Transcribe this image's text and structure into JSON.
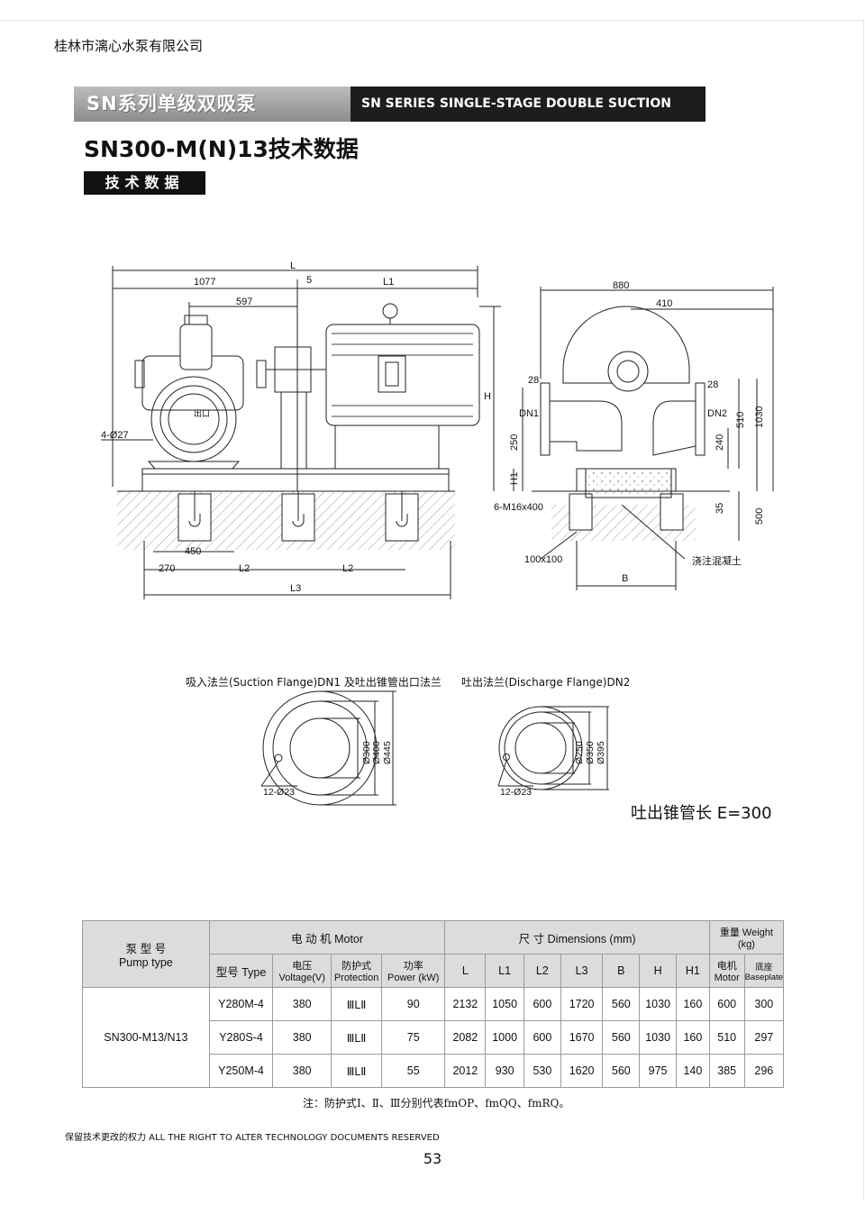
{
  "company": "桂林市漓心水泵有限公司",
  "banner": {
    "cn": "SN系列单级双吸泵",
    "en": "SN SERIES SINGLE-STAGE DOUBLE SUCTION PUMPS"
  },
  "model_title": "SN300-M(N)13技术数据",
  "section_tag": "技术数据",
  "drawing": {
    "labels": {
      "L": "L",
      "d1077": "1077",
      "d5": "5",
      "L1": "L1",
      "d597": "597",
      "H": "H",
      "outlet": "出口",
      "bolt_holes": "4-Ø27",
      "d450": "450",
      "d270": "270",
      "L2a": "L2",
      "L2b": "L2",
      "L3": "L3",
      "d880": "880",
      "d410": "410",
      "d28a": "28",
      "d28b": "28",
      "DN1": "DN1",
      "DN2": "DN2",
      "d250": "250",
      "d240": "240",
      "d510": "510",
      "d1030": "1030",
      "H1": "H1",
      "anchor": "6-M16x400",
      "d35": "35",
      "d500": "500",
      "d100x100": "100x100",
      "B": "B",
      "concrete": "浇注混凝土"
    },
    "flange1": {
      "d1": "Ø300",
      "d2": "Ø400",
      "d3": "Ø445",
      "holes": "12-Ø23"
    },
    "flange2": {
      "d1": "Ø250",
      "d2": "Ø350",
      "d3": "Ø395",
      "holes": "12-Ø23"
    }
  },
  "flange_labels": {
    "suction": "吸入法兰(Suction Flange)DN1 及吐出锥管出口法兰",
    "discharge": "吐出法兰(Discharge Flange)DN2"
  },
  "cone_note": "吐出锥管长 E=300",
  "table": {
    "pump_type_cn": "泵  型  号",
    "pump_type_en": "Pump type",
    "motor_cn": "电   动   机",
    "motor_en": "Motor",
    "dims_cn": "尺          寸",
    "dims_en": "Dimensions (mm)",
    "weight_cn": "重量",
    "weight_en": "Weight",
    "weight_unit": "(kg)",
    "sub": {
      "type_cn": "型号",
      "type_en": "Type",
      "voltage_cn": "电压",
      "voltage_en": "Voltage(V)",
      "protection_cn": "防护式",
      "protection_en": "Protection",
      "power_cn": "功率",
      "power_en": "Power (kW)",
      "L": "L",
      "L1": "L1",
      "L2": "L2",
      "L3": "L3",
      "B": "B",
      "H": "H",
      "H1": "H1",
      "motor_w_cn": "电机",
      "motor_w_en": "Motor",
      "base_w_cn": "底座",
      "base_w_en": "Baseplate"
    },
    "pump_model": "SN300-M13/N13",
    "rows": [
      [
        "Y280M-4",
        "380",
        "ⅢLⅡ",
        "90",
        "2132",
        "1050",
        "600",
        "1720",
        "560",
        "1030",
        "160",
        "600",
        "300"
      ],
      [
        "Y280S-4",
        "380",
        "ⅢLⅡ",
        "75",
        "2082",
        "1000",
        "600",
        "1670",
        "560",
        "1030",
        "160",
        "510",
        "297"
      ],
      [
        "Y250M-4",
        "380",
        "ⅢLⅡ",
        "55",
        "2012",
        "930",
        "530",
        "1620",
        "560",
        "975",
        "140",
        "385",
        "296"
      ]
    ]
  },
  "note": "注：防护式Ⅰ、Ⅱ、Ⅲ分别代表fmOP、fmQQ、fmRQ。",
  "footer": "保留技术更改的权力  ALL THE RIGHT TO ALTER TECHNOLOGY DOCUMENTS RESERVED",
  "page_number": "53"
}
